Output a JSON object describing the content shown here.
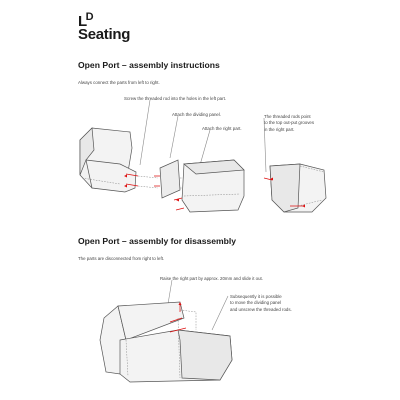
{
  "logo": {
    "line1_main": "L",
    "line1_sub": "D",
    "line2": "Seating"
  },
  "section1": {
    "heading": "Open Port – assembly instructions",
    "intro": "Always connect the parts from left to right.",
    "step1": "Screw the threaded rod into the holes in the left part.",
    "step2": "Attach the dividing panel.",
    "step3": "Attach the right part.",
    "note": [
      "The threaded rods point",
      "to the top out-put grooves",
      "in the right part."
    ]
  },
  "section2": {
    "heading": "Open Port – assembly for disassembly",
    "intro": "The parts are disconnected from right to left.",
    "step1": "Raise the right part by approx. 20mm and slide it out.",
    "note": [
      "Subsequently it is possible",
      "to move the dividing panel",
      "and unscrew the threaded rods."
    ]
  },
  "colors": {
    "accent": "#dd1111",
    "line": "#555555"
  }
}
